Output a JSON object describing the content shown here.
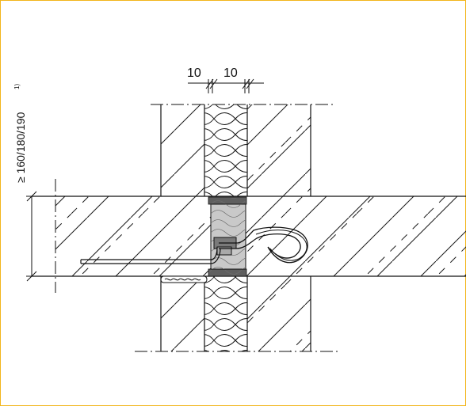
{
  "diagram": {
    "dimensions": {
      "top_left": "10",
      "top_right": "10",
      "vertical_label": "≥ 160/180/190",
      "vertical_superscript": "1)"
    },
    "colors": {
      "border": "#f2b51b",
      "line": "#111111",
      "fill_gray": "#c9c9c9",
      "fill_dark": "#5f5f5f"
    }
  }
}
